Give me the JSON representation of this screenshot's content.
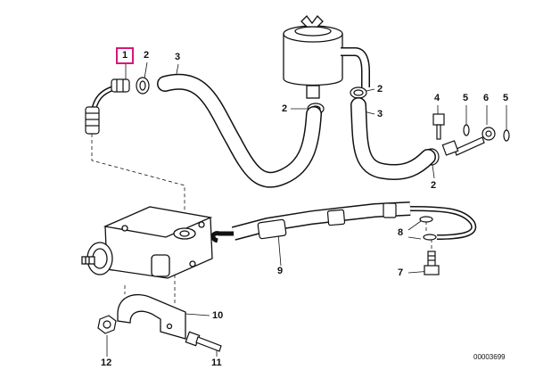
{
  "callouts": [
    "1",
    "2",
    "3",
    "2",
    "2",
    "3",
    "4",
    "5",
    "6",
    "5",
    "2",
    "8",
    "7",
    "9",
    "10",
    "11",
    "12"
  ],
  "drawing_ref": "00003699",
  "colors": {
    "highlight": "#d6177a",
    "line": "#111111"
  }
}
